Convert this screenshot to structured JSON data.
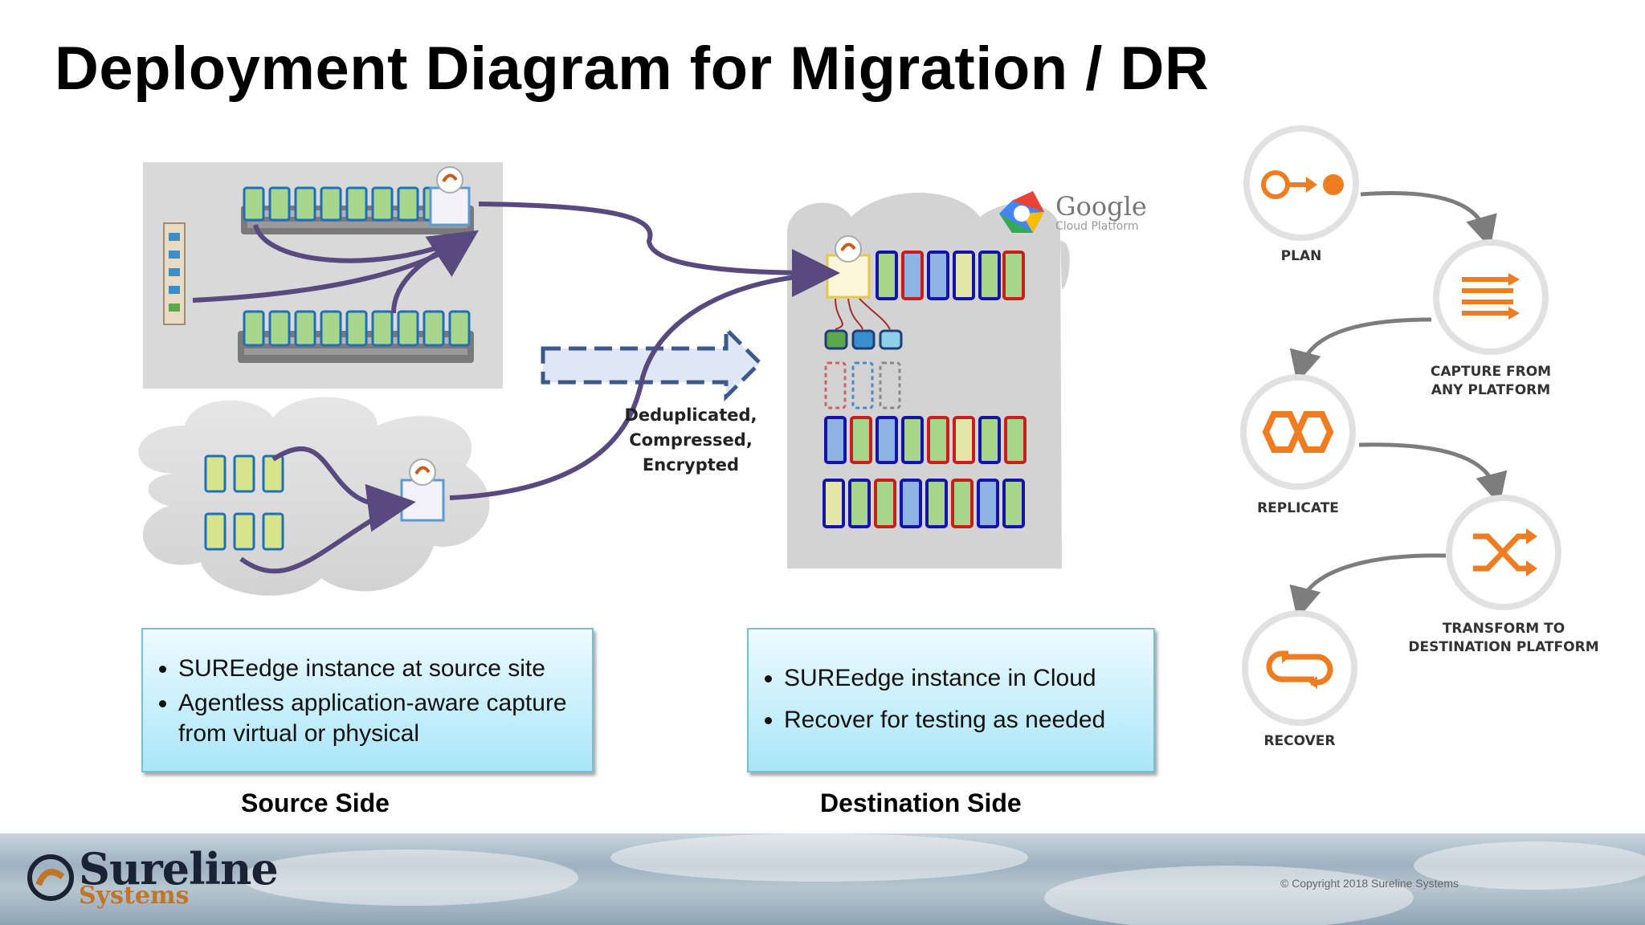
{
  "title": "Deployment Diagram for Migration / DR",
  "source_box": {
    "items": [
      "SUREedge instance at source site",
      "Agentless application-aware capture from virtual or physical"
    ]
  },
  "destination_box": {
    "items": [
      "SUREedge instance in Cloud",
      "Recover for testing as needed"
    ]
  },
  "labels": {
    "source_side": "Source Side",
    "destination_side": "Destination Side"
  },
  "transfer_label": [
    "Deduplicated,",
    "Compressed,",
    "Encrypted"
  ],
  "google": {
    "name": "Google",
    "sub": "Cloud Platform"
  },
  "steps": [
    {
      "id": "plan",
      "label": "PLAN",
      "icon": "plan-icon"
    },
    {
      "id": "capture",
      "label": "CAPTURE FROM ANY PLATFORM",
      "icon": "capture-icon"
    },
    {
      "id": "replicate",
      "label": "REPLICATE",
      "icon": "replicate-icon"
    },
    {
      "id": "transform",
      "label": "TRANSFORM TO DESTINATION PLATFORM",
      "icon": "transform-icon"
    },
    {
      "id": "recover",
      "label": "RECOVER",
      "icon": "recover-icon"
    }
  ],
  "footer": {
    "logo_main": "Sureline",
    "logo_sub": "Systems",
    "copyright": "© Copyright 2018 Sureline Systems"
  },
  "colors": {
    "arrow_purple": "#584a7e",
    "step_orange": "#ee7d22",
    "step_arrow_gray": "#7d7d7d",
    "box_gradient_top": "#eefaff",
    "box_gradient_bottom": "#a9e6f8"
  }
}
